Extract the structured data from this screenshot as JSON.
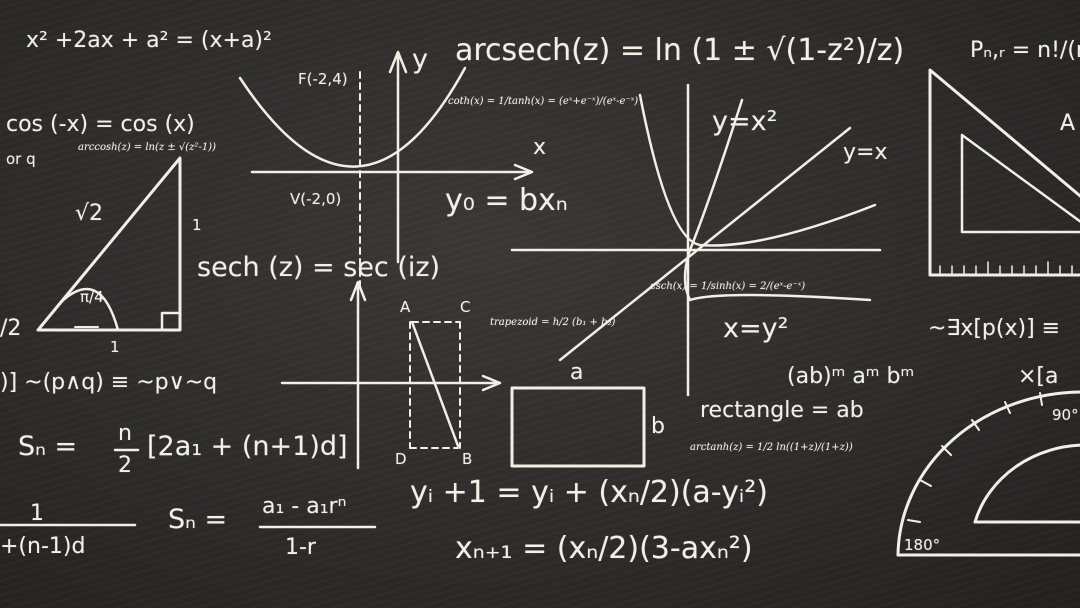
{
  "formulas": {
    "square": "x² +2ax + a² = (x+a)²",
    "cos_even": "cos (-x) = cos (x)",
    "or_q": "or q",
    "arccosh": "arccosh(z) = ln(z ± √(z²-1))",
    "sqrt2": "√2",
    "side_one_right": "1",
    "angle": "π/4",
    "side_one_bottom": "1",
    "side_half_left": "/2",
    "point_f": "F(-2,4)",
    "point_v": "V(-2,0)",
    "axis_y": "y",
    "axis_x": "x",
    "arcsech": "arcsech(z) = ln (1 ± √(1-z²)/z)",
    "coth": "coth(x) = 1/tanh(x) = (eˣ+e⁻ˣ)/(eˣ-e⁻ˣ)",
    "y0": "y₀ = bxₙ",
    "sech": "sech (z) = sec (iz)",
    "y_x2": "y=x²",
    "y_x": "y=x",
    "csch": "csch(x) = 1/sinh(x) = 2/(eˣ-e⁻ˣ)",
    "x_y2": "x=y²",
    "perm": "Pₙ,ᵣ = n!/(n-r)!",
    "letter_a_right": "A",
    "exists": "~∃x[p(x)] ≡",
    "demorgan": ")] ~(p∧q) ≡ ~p∨~q",
    "trapezoid": "trapezoid = h/2 (b₁ + b₂)",
    "pt_a": "A",
    "pt_c": "C",
    "pt_d": "D",
    "pt_b": "B",
    "rect_a": "a",
    "rect_b": "b",
    "power": "(ab)ᵐ  aᵐ  bᵐ",
    "x_a_partial": "×[a",
    "rectangle": "rectangle = ab",
    "arctanh": "arctanh(z) = 1/2 ln((1+z)/(1+z))",
    "sn1_left": "Sₙ =",
    "sn1_num": "n",
    "sn1_den": "2",
    "sn1_body": "[2a₁ + (n+1)d]",
    "frac_num": "1",
    "frac_den": "+(n-1)d",
    "sn2_left": "Sₙ =",
    "sn2_num": "a₁ - a₁rⁿ",
    "sn2_den": "1-r",
    "yi": "yᵢ +1 = yᵢ + (xₙ/2)(a-yᵢ²)",
    "xn": "xₙ₊₁ = (xₙ/2)(3-axₙ²)",
    "deg90": "90°",
    "deg180": "180°"
  }
}
